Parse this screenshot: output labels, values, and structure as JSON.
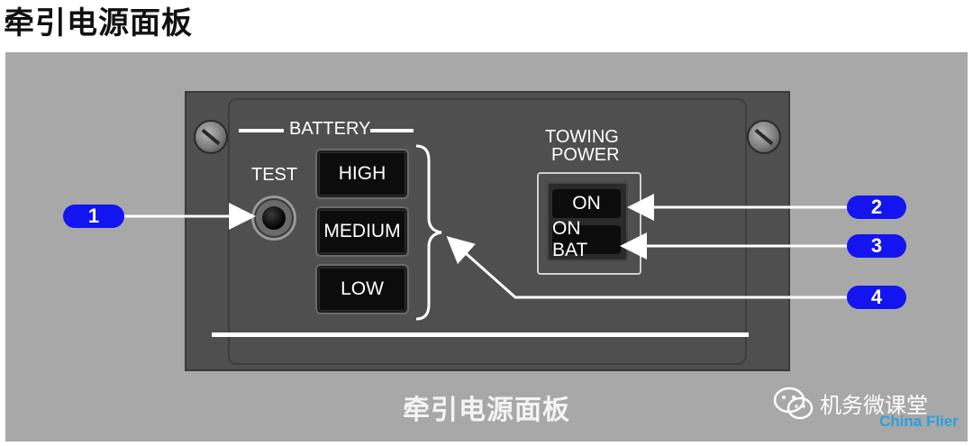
{
  "page": {
    "title": "牵引电源面板"
  },
  "panel": {
    "battery_label": "BATTERY",
    "test_label": "TEST",
    "battery_buttons": [
      "HIGH",
      "MEDIUM",
      "LOW"
    ],
    "towing_power_label_line1": "TOWING",
    "towing_power_label_line2": "POWER",
    "towing_buttons": [
      "ON",
      "ON BAT"
    ]
  },
  "callouts": [
    "1",
    "2",
    "3",
    "4"
  ],
  "caption": "牵引电源面板",
  "watermark": {
    "text": "机务微课堂",
    "subtext": "China Flier"
  },
  "colors": {
    "callout_blue": "#1414f0",
    "panel_gray": "#4f4f4f",
    "background_gray": "#a8a8a8"
  }
}
